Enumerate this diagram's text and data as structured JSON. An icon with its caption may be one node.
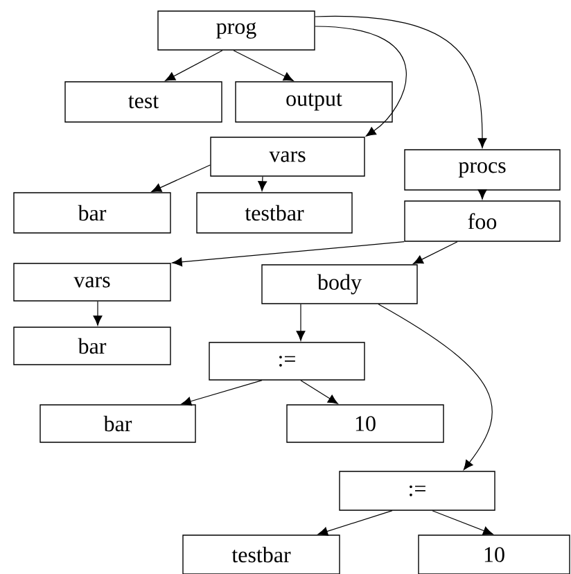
{
  "diagram": {
    "nodes": [
      {
        "text": [
          "prog"
        ]
      },
      {
        "text": [
          "test"
        ]
      },
      {
        "text": [
          "output"
        ]
      },
      {
        "text": [
          "vars"
        ]
      },
      {
        "text": [
          "procs"
        ]
      },
      {
        "text": [
          "bar"
        ]
      },
      {
        "text": [
          "testbar"
        ]
      },
      {
        "text": [
          "foo"
        ]
      },
      {
        "text": [
          "vars"
        ]
      },
      {
        "text": [
          "body"
        ]
      },
      {
        "text": [
          "bar"
        ]
      },
      {
        "text": [
          ":="
        ]
      },
      {
        "text": [
          "bar"
        ]
      },
      {
        "text": [
          "10"
        ]
      },
      {
        "text": [
          ":="
        ]
      },
      {
        "text": [
          "testbar"
        ]
      },
      {
        "text": [
          "10"
        ]
      }
    ],
    "edges": [
      {
        "from": 0,
        "to": 1,
        "arrow": "to"
      },
      {
        "from": 0,
        "to": 2,
        "arrow": "to"
      },
      {
        "from": 0,
        "to": 3,
        "arrow": "to"
      },
      {
        "from": 0,
        "to": 4,
        "arrow": "to"
      },
      {
        "from": 3,
        "to": 5,
        "arrow": "to"
      },
      {
        "from": 3,
        "to": 6,
        "arrow": "to"
      },
      {
        "from": 4,
        "to": 7,
        "arrow": "to"
      },
      {
        "from": 7,
        "to": 8,
        "arrow": "to"
      },
      {
        "from": 7,
        "to": 9,
        "arrow": "to"
      },
      {
        "from": 8,
        "to": 10,
        "arrow": "to"
      },
      {
        "from": 9,
        "to": 11,
        "arrow": "to"
      },
      {
        "from": 9,
        "to": 14,
        "arrow": "to"
      },
      {
        "from": 11,
        "to": 12,
        "arrow": "to"
      },
      {
        "from": 11,
        "to": 13,
        "arrow": "to"
      },
      {
        "from": 14,
        "to": 15,
        "arrow": "to"
      },
      {
        "from": 14,
        "to": 16,
        "arrow": "to"
      }
    ]
  }
}
